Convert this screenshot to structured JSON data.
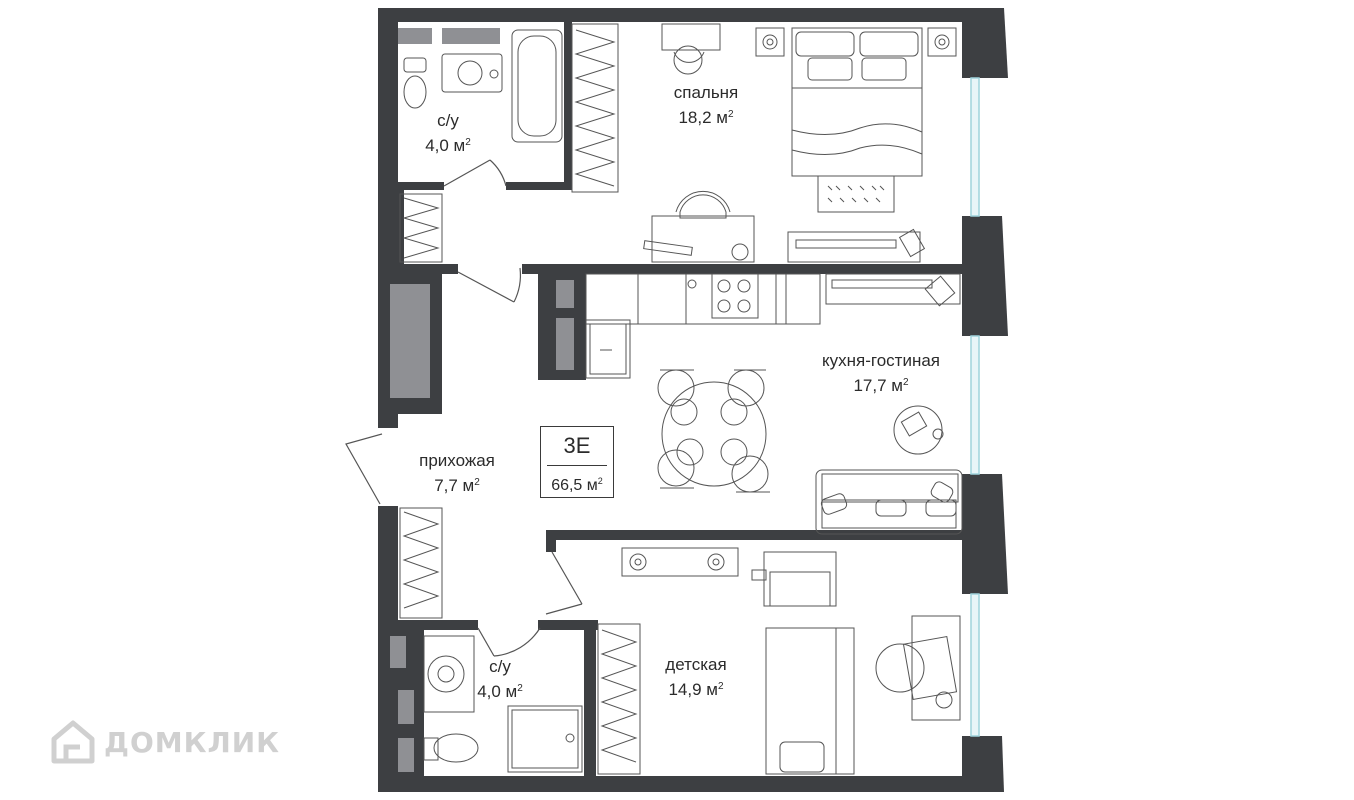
{
  "rooms": {
    "bathroom_top": {
      "name": "с/у",
      "area": "4,0 м",
      "unit_power": "2"
    },
    "bedroom": {
      "name": "спальня",
      "area": "18,2 м",
      "unit_power": "2"
    },
    "kitchen_living": {
      "name": "кухня-гостиная",
      "area": "17,7 м",
      "unit_power": "2"
    },
    "hallway": {
      "name": "прихожая",
      "area": "7,7 м",
      "unit_power": "2"
    },
    "bathroom_bottom": {
      "name": "с/у",
      "area": "4,0 м",
      "unit_power": "2"
    },
    "kids_room": {
      "name": "детская",
      "area": "14,9 м",
      "unit_power": "2"
    }
  },
  "apartment": {
    "code": "3E",
    "total_area": "66,5 м",
    "unit_power": "2"
  },
  "watermark": {
    "text": "ДОМКЛИК",
    "icon": "house-icon"
  },
  "colors": {
    "wall": "#3d3f42",
    "furniture_stroke": "#555555",
    "closet_fill": "#8f9094",
    "window": "#bfe3ea"
  }
}
